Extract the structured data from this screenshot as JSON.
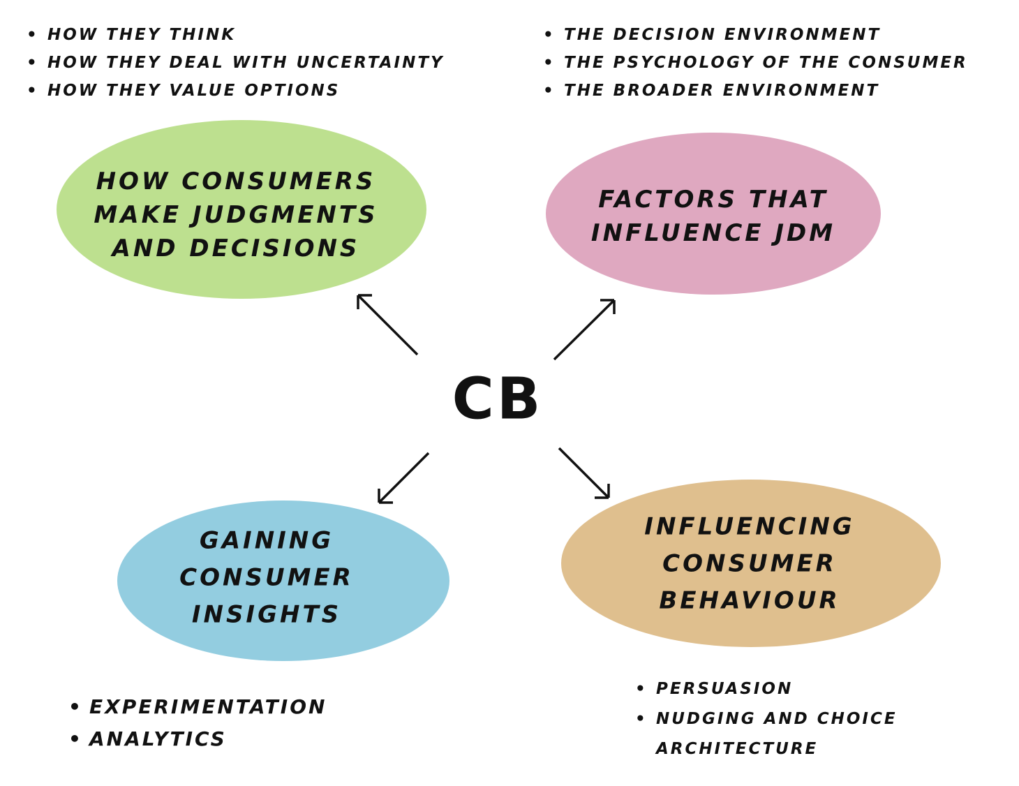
{
  "center": {
    "label": "CB"
  },
  "colors": {
    "green": "#bde08f",
    "pink": "#dfa8c0",
    "blue": "#93cde0",
    "tan": "#dfbf8e"
  },
  "nodes": [
    {
      "lines": [
        "How consumers",
        "make judgments",
        "and decisions"
      ],
      "color": "#bde08f",
      "bullets": [
        "How they think",
        "How they deal with uncertainty",
        "How they value options"
      ]
    },
    {
      "lines": [
        "Factors that",
        "influence JDM"
      ],
      "color": "#dfa8c0",
      "bullets": [
        "The decision environment",
        "The psychology of the consumer",
        "The broader environment"
      ]
    },
    {
      "lines": [
        "Gaining",
        "consumer",
        "insights"
      ],
      "color": "#93cde0",
      "bullets": [
        "Experimentation",
        "Analytics"
      ]
    },
    {
      "lines": [
        "Influencing",
        "consumer",
        "behaviour"
      ],
      "color": "#dfbf8e",
      "bullets": [
        "Persuasion",
        "Nudging and choice architecture"
      ]
    }
  ]
}
